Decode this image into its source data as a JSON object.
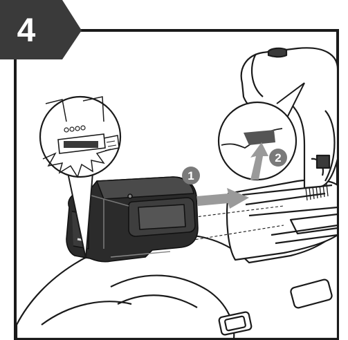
{
  "step": {
    "number": "4"
  },
  "callouts": {
    "insert_step": "1",
    "press_step": "2"
  },
  "colors": {
    "tab_fill": "#3a3a3a",
    "frame_stroke": "#1a1a1a",
    "callout_fill": "#7a7a7a",
    "arrow_fill": "#9a9a9a",
    "battery_dark": "#2b2b2b",
    "battery_mid": "#4a4a4a"
  },
  "icons": {
    "tab": "step-tab-icon",
    "arrow_insert": "insert-arrow-icon",
    "arrow_press": "press-arrow-icon",
    "magnifier_left": "detail-magnifier-icon",
    "magnifier_right": "latch-magnifier-icon"
  }
}
